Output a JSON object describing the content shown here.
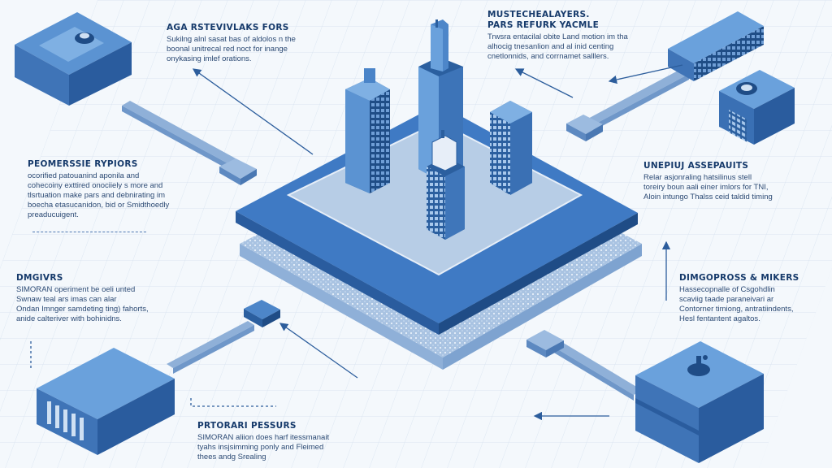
{
  "colors": {
    "background": "#f4f8fc",
    "grid": "#c9d8ea",
    "platform_top": "#3f7ac4",
    "platform_side": "#2a5c9e",
    "platform_inner": "#b7cde6",
    "building_light": "#5b93d2",
    "building_dark": "#2b5f9f",
    "text": "#163a6b",
    "arrow": "#2c5d9c"
  },
  "icons": {
    "central_platform": "city-platform-icon",
    "top_left_module": "server-box-icon",
    "right_module": "monitor-box-icon",
    "bottom_left_module": "vent-box-icon",
    "bottom_right_module": "pin-box-icon"
  },
  "callouts": {
    "top_center": {
      "title": "AGA RSTEVIVLAKS FORS",
      "lines": [
        "Sukilng alnl sasat bas of aldolos n the",
        "boonal unitrecal red noct for inange",
        "onykasing imlef orations."
      ]
    },
    "top_right": {
      "title": "MUSTECHEALAYERS.",
      "subtitle": "PARS REFURK YACMLE",
      "lines": [
        "Trwsra entacilal obite Land motion im tha",
        "alhocig tnesanlion and al inid centing",
        "cnetlonnids, and corrnamet salllers."
      ]
    },
    "left_upper": {
      "title": "PEOMERSSIE RYPIORS",
      "lines": [
        "ocorified patouanind aponila and",
        "cohecoiny exttired onociiely s more and",
        "tlsrtuation make pars and debnirating im",
        "boecha etasucanidon, bid or Smidthoedly",
        "preaducuigent."
      ]
    },
    "right_upper": {
      "title": "UNEPIUJ ASSEPAUITS",
      "lines": [
        "Relar asjonraling hatsilinus stell",
        "toreiry boun aali einer imlors for TNI,",
        "Aloin intungo Thalss ceid taldid timing"
      ]
    },
    "left_lower": {
      "title": "DMGIVRS",
      "lines": [
        "SIMORAN operiment be oeli unted",
        "Swnaw teal ars imas can alar",
        "Ondan Imnger samdeting ting) fahorts,",
        "anide calteriver with bohinidns."
      ]
    },
    "right_lower": {
      "title": "DIMGOPROSS & MIKERS",
      "lines": [
        "Hassecopnalle of Csgohdlin",
        "scaviig taade paraneivari ar",
        "Contorner timiong, antratiindents,",
        "Hesl fentantent agaltos."
      ]
    },
    "bottom_center": {
      "title": "PRTORARI PESSURS",
      "lines": [
        "SIMORAN aliion does harf itessmanait",
        "tyahs insjsimming ponly and Fleimed",
        "thees andg Srealing"
      ]
    }
  }
}
